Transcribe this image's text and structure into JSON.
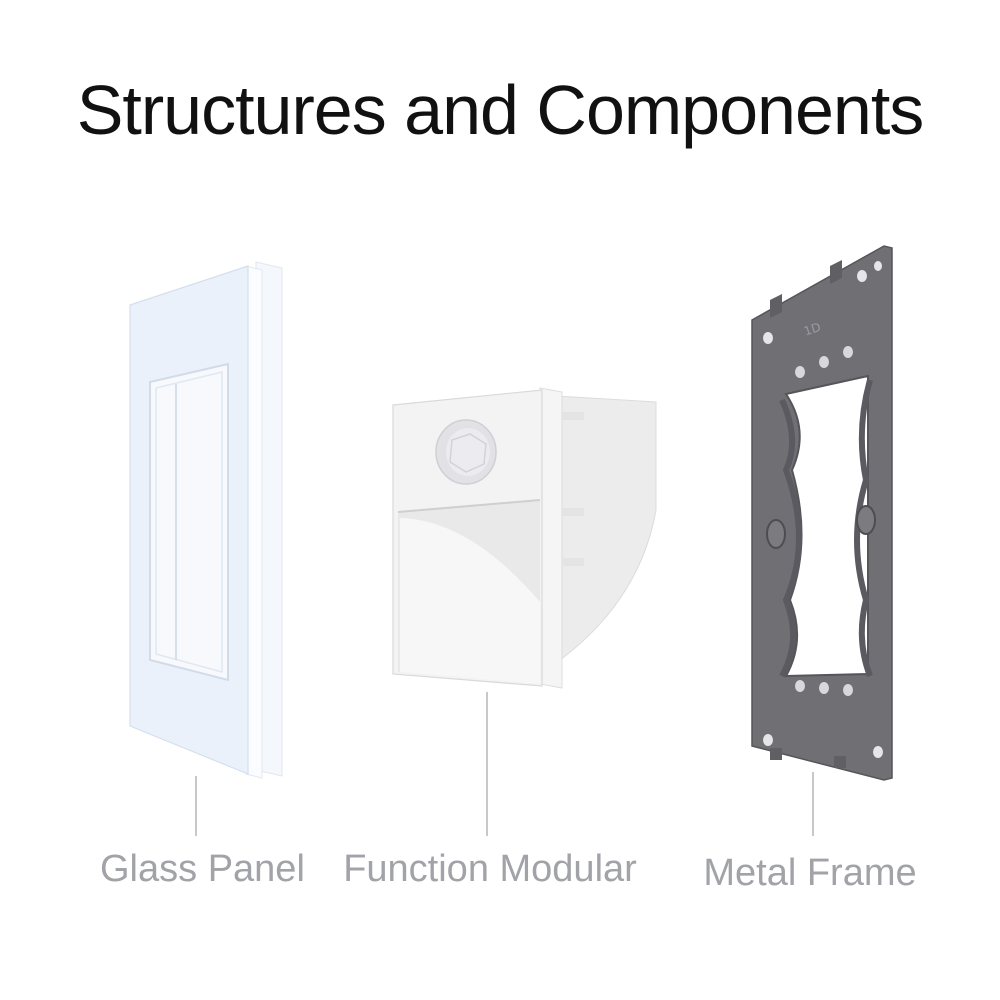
{
  "title": "Structures and Components",
  "components": [
    {
      "label": "Glass Panel",
      "icon": "glass-panel-illustration"
    },
    {
      "label": "Function Modular",
      "icon": "function-module-illustration"
    },
    {
      "label": "Metal Frame",
      "icon": "metal-frame-illustration"
    }
  ],
  "frame_marking": "1D",
  "colors": {
    "title": "#111111",
    "label": "#a2a3a8",
    "glass": "#eaf1fb",
    "glass_edge": "#f7f9fd",
    "module": "#f2f2f2",
    "module_shadow": "#d8d8d8",
    "metal": "#6f6f74",
    "metal_dark": "#55555a"
  }
}
